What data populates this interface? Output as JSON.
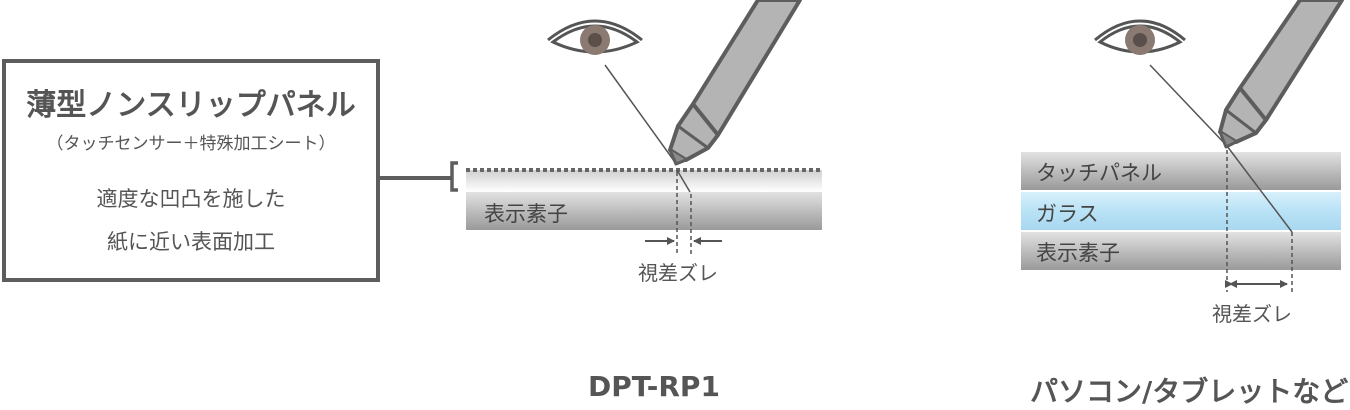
{
  "callout": {
    "title": "薄型ノンスリップパネル",
    "subtitle": "（タッチセンサー＋特殊加工シート）",
    "lines": [
      "適度な凹凸を施した",
      "紙に近い表面加工"
    ]
  },
  "left_diagram": {
    "layer_label": "表示素子",
    "parallax_label": "視差ズレ",
    "caption": "DPT-RP1"
  },
  "right_diagram": {
    "layers": [
      "タッチパネル",
      "ガラス",
      "表示素子"
    ],
    "parallax_label": "視差ズレ",
    "caption": "パソコン/タブレットなど"
  },
  "colors": {
    "outline": "#5d5d5d",
    "pen_body": "#b4b4b4",
    "glass": "#b9e2f6",
    "layer_gray": "#a8a8a8",
    "eye_iris": "#8a7a72"
  }
}
